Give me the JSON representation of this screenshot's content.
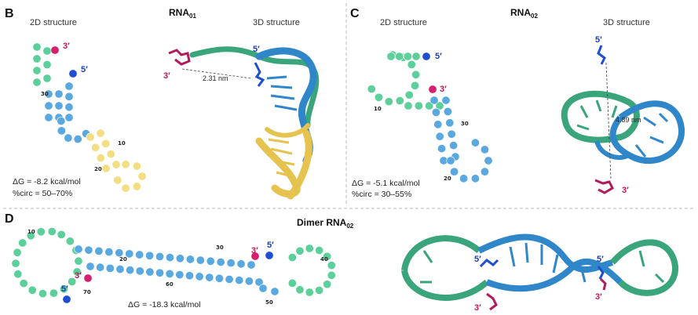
{
  "panels": {
    "B": {
      "letter": "B",
      "title_main": "RNA",
      "title_sub": "01",
      "label_2d": "2D structure",
      "label_3d": "3D structure",
      "delta_g": "ΔG = -8.2 kcal/mol",
      "circ": "%circ = 50–70%",
      "distance": "2.31 nm",
      "end5": "5′",
      "end3": "3′",
      "numbers": [
        "30",
        "10",
        "20"
      ]
    },
    "C": {
      "letter": "C",
      "title_main": "RNA",
      "title_sub": "02",
      "label_2d": "2D structure",
      "label_3d": "3D structure",
      "delta_g": "ΔG = -5.1 kcal/mol",
      "circ": "%circ = 30–55%",
      "distance": "4.89 nm",
      "end5": "5′",
      "end3": "3′",
      "numbers": [
        "10",
        "30",
        "20"
      ]
    },
    "D": {
      "letter": "D",
      "title_main": "Dimer RNA",
      "title_sub": "02",
      "delta_g": "ΔG = -18.3 kcal/mol",
      "end5": "5′",
      "end3": "3′",
      "numbers": [
        "10",
        "20",
        "30",
        "40",
        "50",
        "60",
        "70"
      ]
    }
  },
  "colors": {
    "green": "#5dcf9a",
    "blue": "#5aa8e0",
    "yellow": "#f3de84",
    "magenta": "#d4206f",
    "darkblue": "#1f4fd1",
    "ribbon_green": "#3aa57a",
    "ribbon_blue": "#2f87c9",
    "ribbon_yellow": "#e6c34e",
    "divider": "#bbbbbb"
  }
}
